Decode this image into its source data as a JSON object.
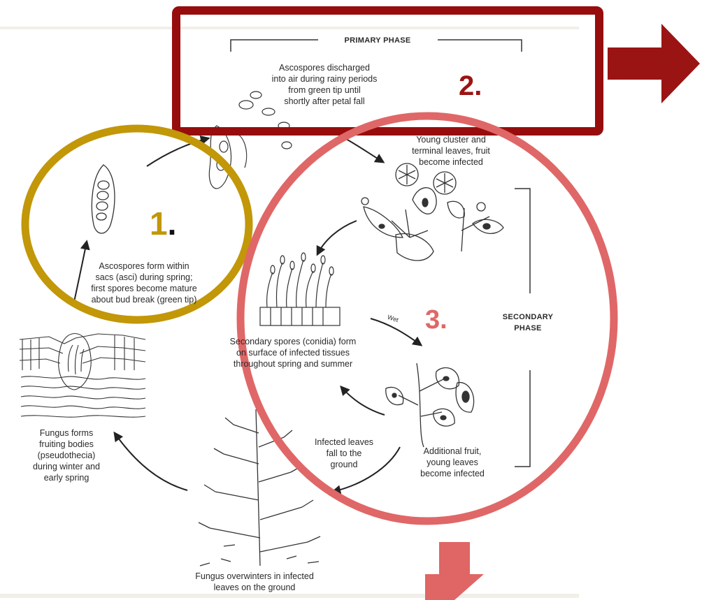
{
  "colors": {
    "page_bg": "#ffffff",
    "band": "#f1efe7",
    "ink": "#2a2a2a",
    "box_primary": "#970d0d",
    "arrow_primary": "#9b1414",
    "circle_1": "#c29708",
    "circle_3": "#e06767",
    "arrow_down": "#e06565",
    "label_1": "#c29708",
    "label_2": "#9b1414",
    "label_3": "#e06767"
  },
  "highlights": {
    "label_1_digit": "1",
    "label_1_dot": ".",
    "label_2": "2.",
    "label_3": "3."
  },
  "diagram": {
    "primary_phase": "PRIMARY PHASE",
    "secondary_phase": [
      "SECONDARY",
      "PHASE"
    ],
    "wet": "Wet",
    "captions": {
      "ascospores_discharged": [
        "Ascospores discharged",
        "into air during rainy periods",
        "from green tip until",
        "shortly after petal fall"
      ],
      "young_cluster": [
        "Young cluster and",
        "terminal leaves, fruit",
        "become infected"
      ],
      "ascospores_form": [
        "Ascospores form within",
        "sacs (asci) during spring;",
        "first spores become mature",
        "about bud break (green tip)"
      ],
      "secondary_spores": [
        "Secondary spores (conidia) form",
        "on surface of infected tissues",
        "throughout spring and summer"
      ],
      "fruiting_bodies": [
        "Fungus forms",
        "fruiting bodies",
        "(pseudothecia)",
        "during winter and",
        "early spring"
      ],
      "infected_leaves_fall": [
        "Infected leaves",
        "fall to the",
        "ground"
      ],
      "additional_fruit": [
        "Additional fruit,",
        "young leaves",
        "become infected"
      ],
      "overwinters": [
        "Fungus overwinters in infected",
        "leaves on the ground"
      ]
    }
  }
}
